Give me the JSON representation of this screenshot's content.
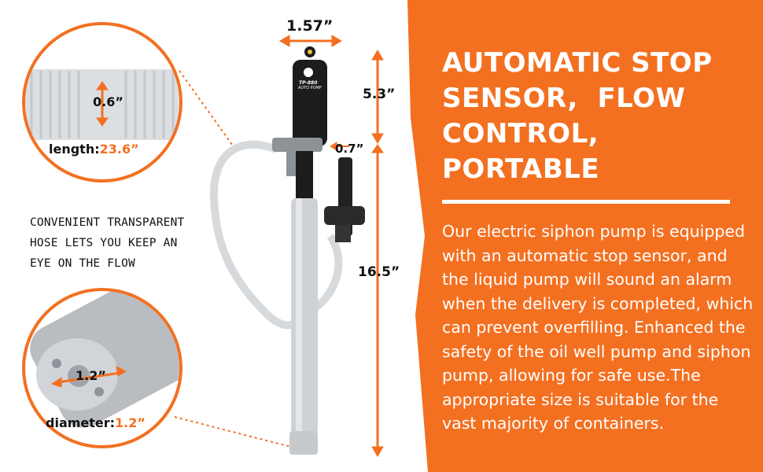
{
  "headline": {
    "line1": "AUTOMATIC STOP",
    "line2": "SENSOR,  FLOW",
    "line3": "CONTROL, PORTABLE"
  },
  "body": "Our electric siphon pump is equipped with an automatic stop sensor, and the liquid pump will sound an alarm when the delivery is completed, which can prevent overfilling. Enhanced the safety of the oil well pump and siphon pump, allowing for safe use.The appropriate size is suitable for the vast majority of containers.",
  "callout": "CONVENIENT TRANSPARENT HOSE LETS YOU KEEP AN EYE ON THE FLOW",
  "hose": {
    "thickness": "0.6”",
    "length_label": "length:",
    "length_value": "23.6”"
  },
  "tip": {
    "inner": "1.2”",
    "diameter_label": "diameter:",
    "diameter_value": "1.2”"
  },
  "dimensions": {
    "head_width": "1.57”",
    "head_height": "5.3”",
    "nozzle": "0.7”",
    "tube_length": "16.5”"
  },
  "product_text": {
    "model": "TP-880",
    "sub": "AUTO PUMP"
  },
  "colors": {
    "accent": "#f37021",
    "text": "#111111"
  }
}
